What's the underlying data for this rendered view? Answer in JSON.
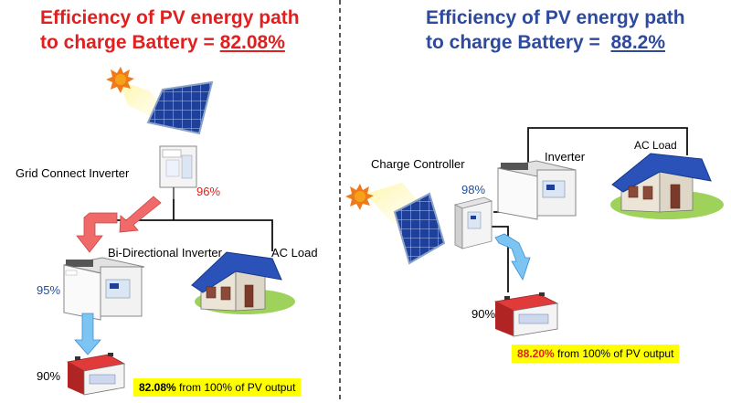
{
  "left": {
    "title_line1": "Efficiency of PV energy path",
    "title_line2_prefix": "to charge Battery = ",
    "title_value": "82.08%",
    "title_color": "#e02020",
    "grid_inverter_label": "Grid Connect Inverter",
    "grid_inverter_pct": "96%",
    "bidir_label": "Bi-Directional Inverter",
    "bidir_pct": "95%",
    "ac_load_label": "AC Load",
    "battery_pct": "90%",
    "note_value": "82.08%",
    "note_text": " from 100% of PV output"
  },
  "right": {
    "title_line1": "Efficiency of PV energy path",
    "title_line2_prefix": "to charge Battery =  ",
    "title_value": "88.2%",
    "title_color": "#2e4a9e",
    "charge_controller_label": "Charge Controller",
    "charge_controller_pct": "98%",
    "inverter_label": "Inverter",
    "ac_load_label": "AC Load",
    "battery_pct": "90%",
    "note_value": "88.20%",
    "note_text": " from 100% of PV output"
  },
  "colors": {
    "red_arrow": "#f06a6a",
    "blue_arrow": "#7cc4f2",
    "roof": "#2a52b8",
    "wall": "#ece5d7",
    "grass": "#9ed25a",
    "sun": "#f07a1a",
    "panel": "#1e3f9a",
    "battery_red": "#d23030",
    "note_bg": "#ffff00"
  }
}
